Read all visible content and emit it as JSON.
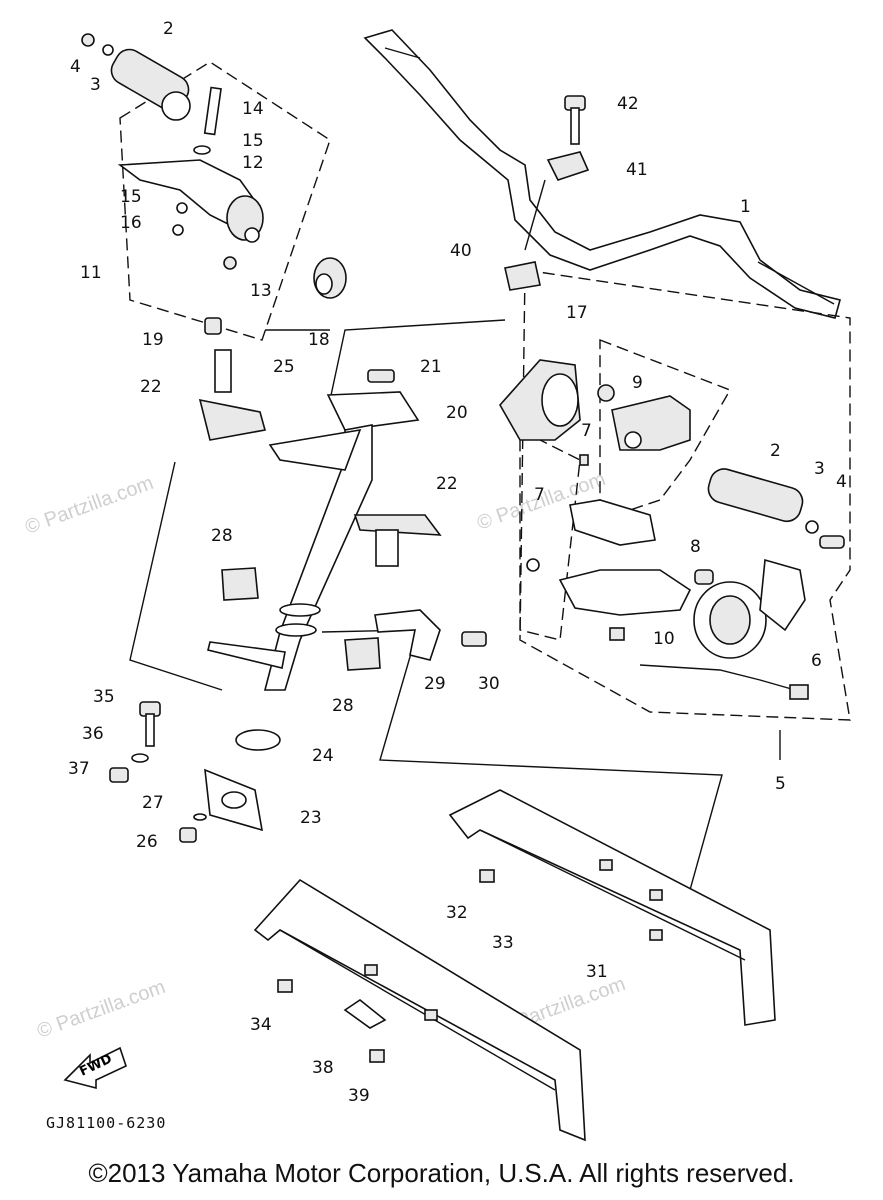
{
  "watermarks": [
    "© Partzilla.com",
    "© Partzilla.com",
    "© Partzilla.com",
    "© Partzilla.com"
  ],
  "diagram_code": "GJ81100-6230",
  "fwd_label": "FWD",
  "copyright": "©2013  Yamaha Motor Corporation, U.S.A. All rights reserved.",
  "callouts": [
    "1",
    "2",
    "3",
    "4",
    "2",
    "3",
    "4",
    "5",
    "6",
    "7",
    "7",
    "8",
    "9",
    "10",
    "11",
    "12",
    "13",
    "14",
    "15",
    "15",
    "16",
    "17",
    "18",
    "19",
    "20",
    "21",
    "22",
    "22",
    "23",
    "24",
    "25",
    "26",
    "27",
    "28",
    "28",
    "29",
    "30",
    "31",
    "32",
    "33",
    "34",
    "35",
    "36",
    "37",
    "38",
    "39",
    "40",
    "41",
    "42"
  ]
}
